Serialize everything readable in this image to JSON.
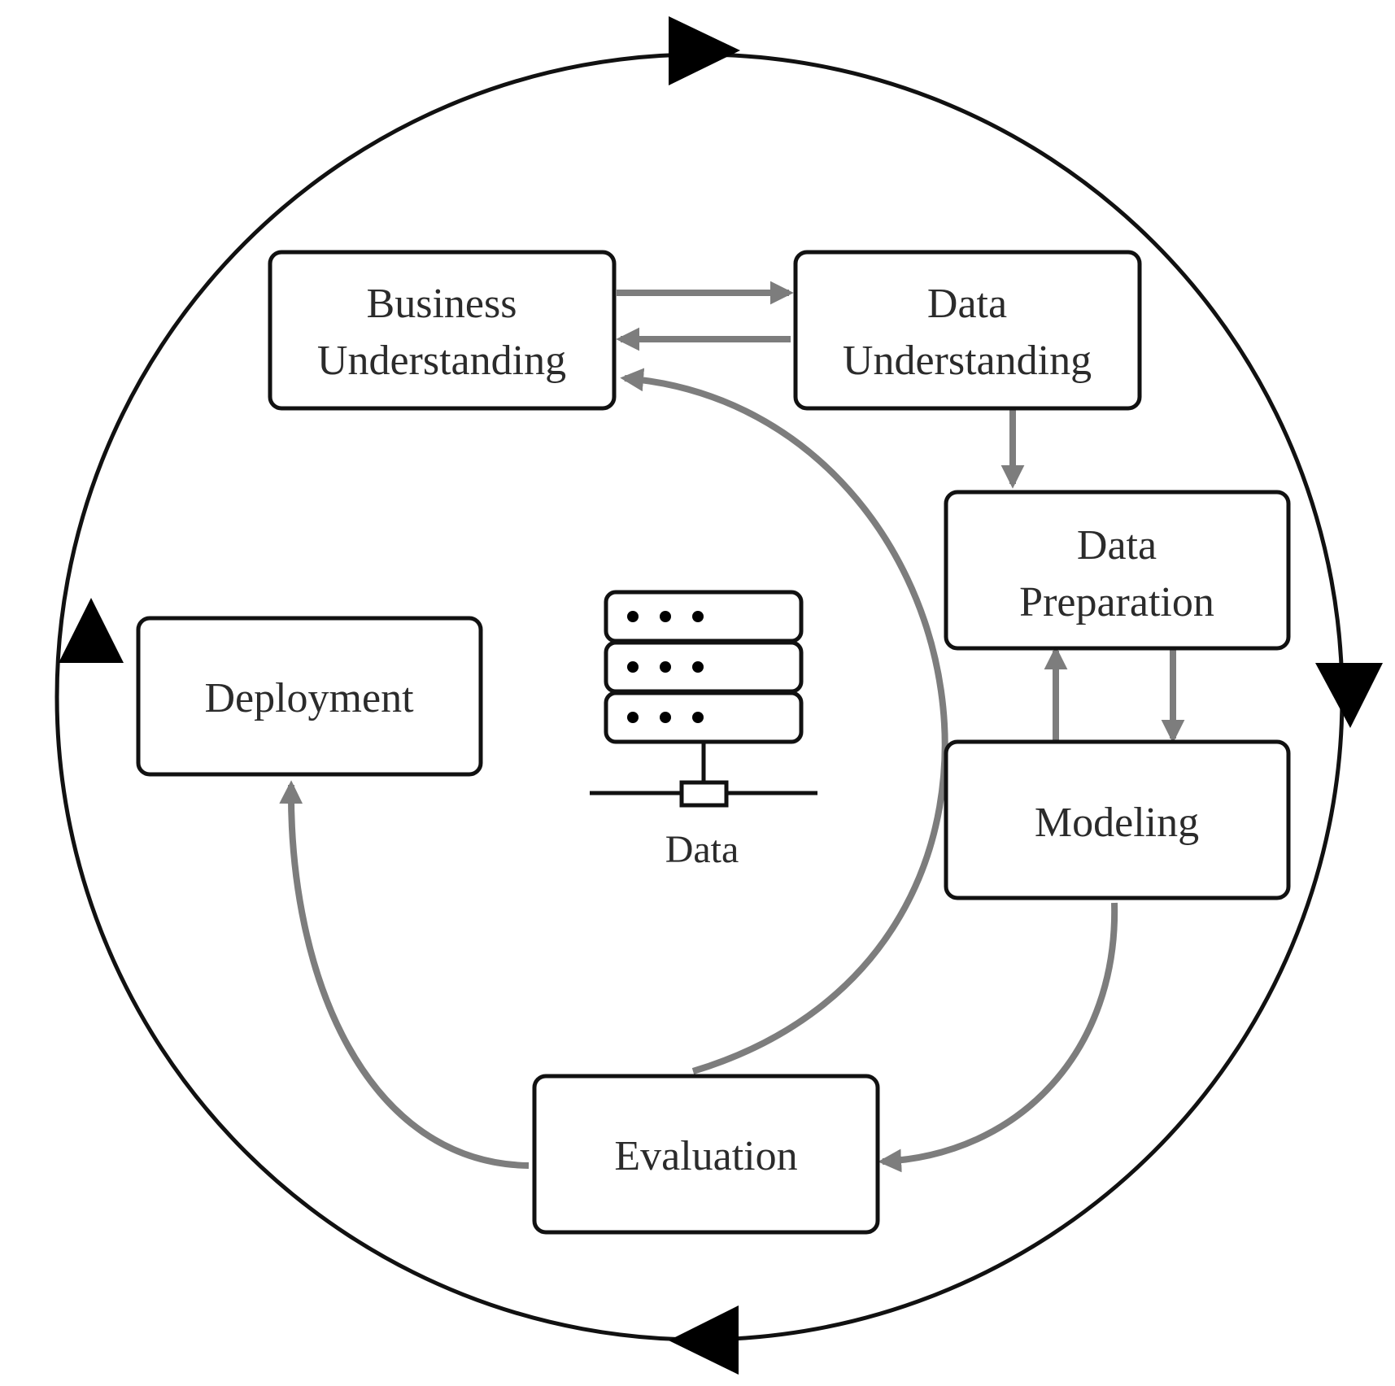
{
  "colors": {
    "cycle": "#111111",
    "flow": "#7d7d7d",
    "text": "#2b2b2b",
    "box_fill": "#ffffff"
  },
  "nodes": {
    "business_understanding": {
      "line1": "Business",
      "line2": "Understanding"
    },
    "data_understanding": {
      "line1": "Data",
      "line2": "Understanding"
    },
    "data_preparation": {
      "line1": "Data",
      "line2": "Preparation"
    },
    "modeling": {
      "label": "Modeling"
    },
    "evaluation": {
      "label": "Evaluation"
    },
    "deployment": {
      "label": "Deployment"
    }
  },
  "center": {
    "icon": "database-server-icon",
    "label": "Data"
  }
}
